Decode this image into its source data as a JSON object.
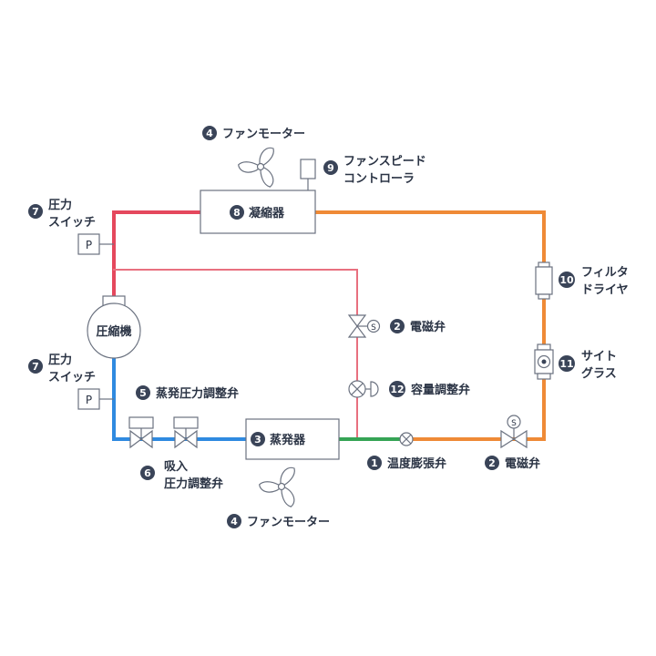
{
  "colors": {
    "red_line": "#e5485d",
    "pink_line": "#e8707f",
    "orange_line": "#ef8a36",
    "blue_line": "#2f8ae0",
    "green_line": "#35a455",
    "badge": "#3a4458",
    "outline": "#6b7280"
  },
  "components": {
    "condenser": {
      "num": "8",
      "name": "凝縮器"
    },
    "evaporator": {
      "num": "3",
      "name": "蒸発器"
    },
    "compressor": {
      "name": "圧縮機"
    }
  },
  "labels": {
    "fan_motor_top": {
      "num": "4",
      "line1": "ファンモーター"
    },
    "fan_speed_controller": {
      "num": "9",
      "line1": "ファンスピード",
      "line2": "コントローラ"
    },
    "pressure_switch_top": {
      "num": "7",
      "line1": "圧力",
      "line2": "スイッチ"
    },
    "pressure_switch_bottom": {
      "num": "7",
      "line1": "圧力",
      "line2": "スイッチ"
    },
    "solenoid_valve_mid": {
      "num": "2",
      "line1": "電磁弁"
    },
    "capacity_valve": {
      "num": "12",
      "line1": "容量調整弁"
    },
    "evap_pressure_valve": {
      "num": "5",
      "line1": "蒸発圧力調整弁"
    },
    "suction_pressure_valve": {
      "num": "6",
      "line1": "吸入",
      "line2": "圧力調整弁"
    },
    "expansion_valve": {
      "num": "1",
      "line1": "温度膨張弁"
    },
    "solenoid_valve_right": {
      "num": "2",
      "line1": "電磁弁"
    },
    "filter_drier": {
      "num": "10",
      "line1": "フィルタ",
      "line2": "ドライヤ"
    },
    "sight_glass": {
      "num": "11",
      "line1": "サイト",
      "line2": "グラス"
    },
    "fan_motor_bottom": {
      "num": "4",
      "line1": "ファンモーター"
    }
  },
  "symbols": {
    "pressure_switch_glyph": "P",
    "solenoid_glyph": "S"
  }
}
